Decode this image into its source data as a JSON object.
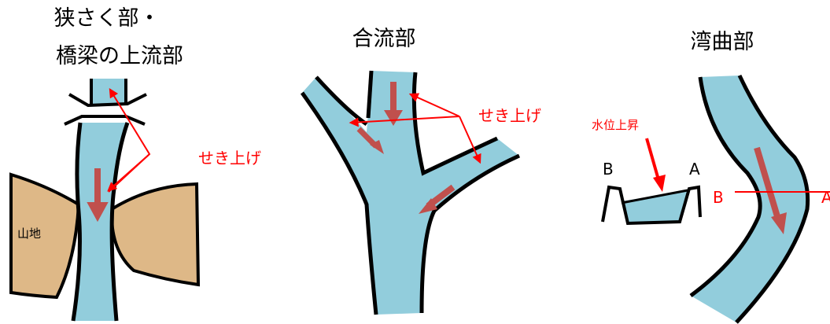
{
  "panels": {
    "narrow": {
      "title_line1": "狭さく部・",
      "title_line2": "橋梁の上流部",
      "backwater": "せき上げ",
      "mountain": "山地"
    },
    "confluence": {
      "title": "合流部",
      "backwater": "せき上げ"
    },
    "bend": {
      "title": "湾曲部",
      "water_rise": "水位上昇",
      "section_label_b": "B",
      "section_label_a": "A",
      "plan_label_b": "B",
      "plan_label_a": "A"
    }
  },
  "colors": {
    "water": "#92cddc",
    "mountain": "#deb887",
    "arrow_flow": "#c0504d",
    "annotation": "#ff0000",
    "outline": "#000000"
  }
}
